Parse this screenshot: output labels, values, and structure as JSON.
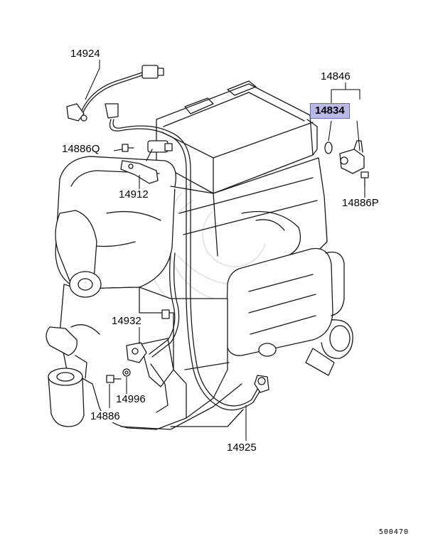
{
  "diagram_id": "500470",
  "highlight_color": "#b9b9e6",
  "callouts": {
    "p14924": "14924",
    "p14846": "14846",
    "p14834": "14834",
    "p14886q": "14886Q",
    "p14912": "14912",
    "p14886p": "14886P",
    "p14932": "14932",
    "p14996": "14996",
    "p14886": "14886",
    "p14925": "14925"
  }
}
